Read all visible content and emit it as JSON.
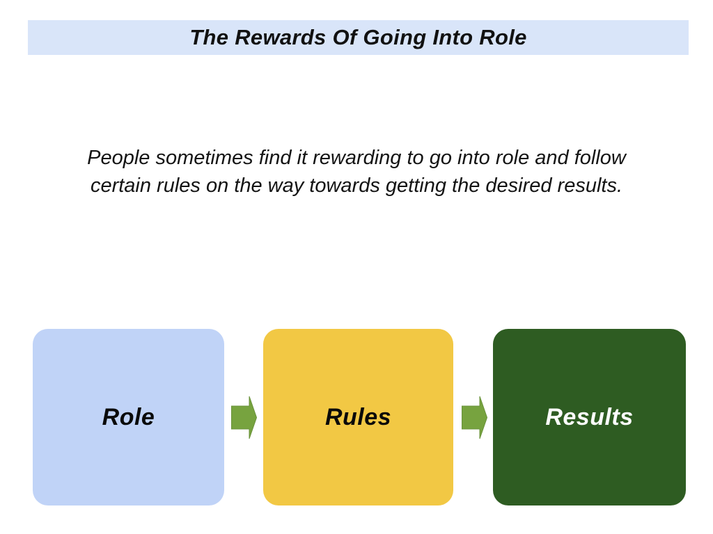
{
  "banner": {
    "title": "The Rewards Of Going Into Role"
  },
  "intro": {
    "lines": [
      "People sometimes find it rewarding to go into role and follow",
      "certain rules on the way towards getting the desired results."
    ]
  },
  "flow": {
    "boxes": [
      {
        "id": "role",
        "label": "Role"
      },
      {
        "id": "rules",
        "label": "Rules"
      },
      {
        "id": "results",
        "label": "Results"
      }
    ]
  },
  "colors": {
    "page_bg": "#ffffff",
    "banner_bg": "#d9e5f9",
    "title_color": "#111111",
    "body_text": "#141414",
    "role_box_bg": "#c0d3f7",
    "rules_box_bg": "#f2c844",
    "results_box_bg": "#2e5c22",
    "role_label_color": "#0a0a0a",
    "rules_label_color": "#0a0a0a",
    "results_label_color": "#fcfcfc",
    "arrow_fill": "#77a33f",
    "arrow_stroke": "#69923a"
  }
}
